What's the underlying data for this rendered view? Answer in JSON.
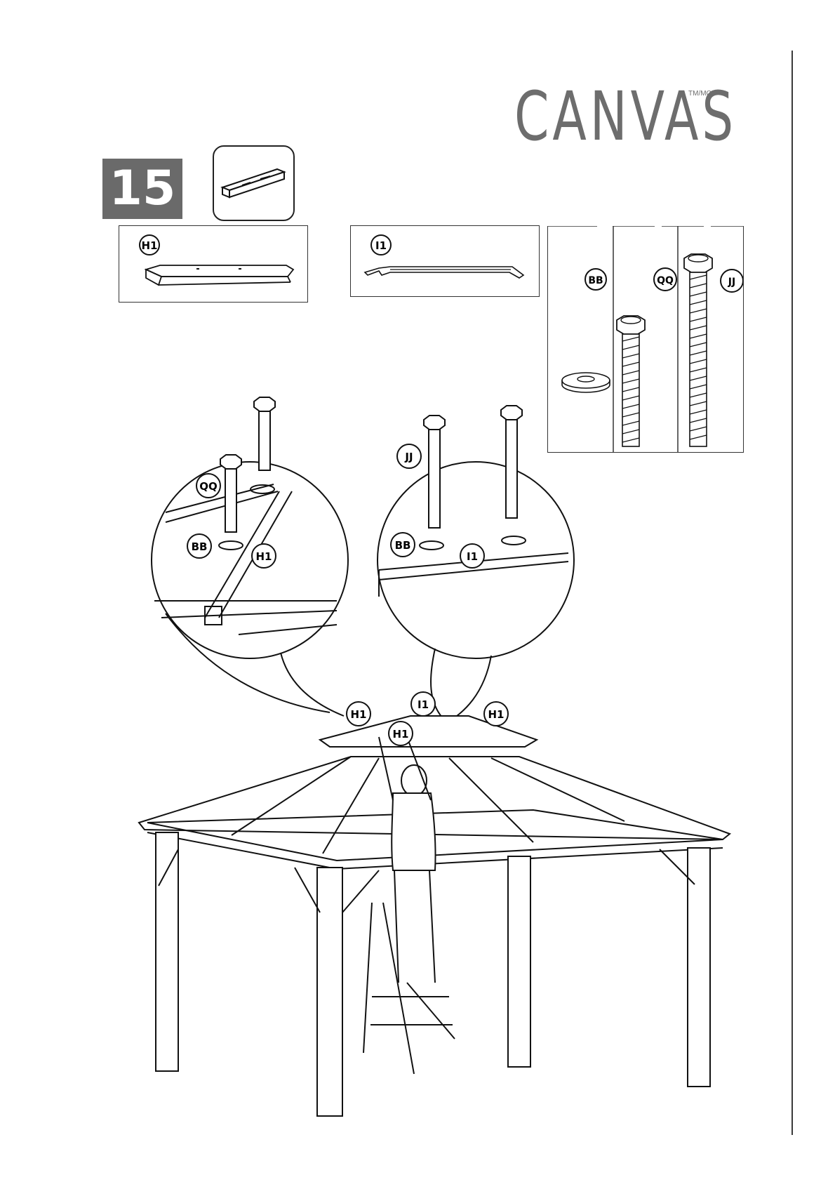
{
  "brand": {
    "name": "CANVAS",
    "trademark": "TM/MC"
  },
  "step": {
    "number": "15"
  },
  "parts": {
    "h1": "H1",
    "i1": "I1",
    "bb": "BB",
    "qq": "QQ",
    "jj": "JJ"
  },
  "callouts": {
    "left": {
      "bolt": "QQ",
      "washer": "BB",
      "part": "H1"
    },
    "right": {
      "bolt": "JJ",
      "washer": "BB",
      "part": "I1"
    },
    "main": [
      "H1",
      "I1",
      "H1",
      "H1"
    ]
  },
  "colors": {
    "brand_gray": "#6d6d6d",
    "step_gray": "#6a6a6a",
    "line": "#1a1a1a"
  }
}
